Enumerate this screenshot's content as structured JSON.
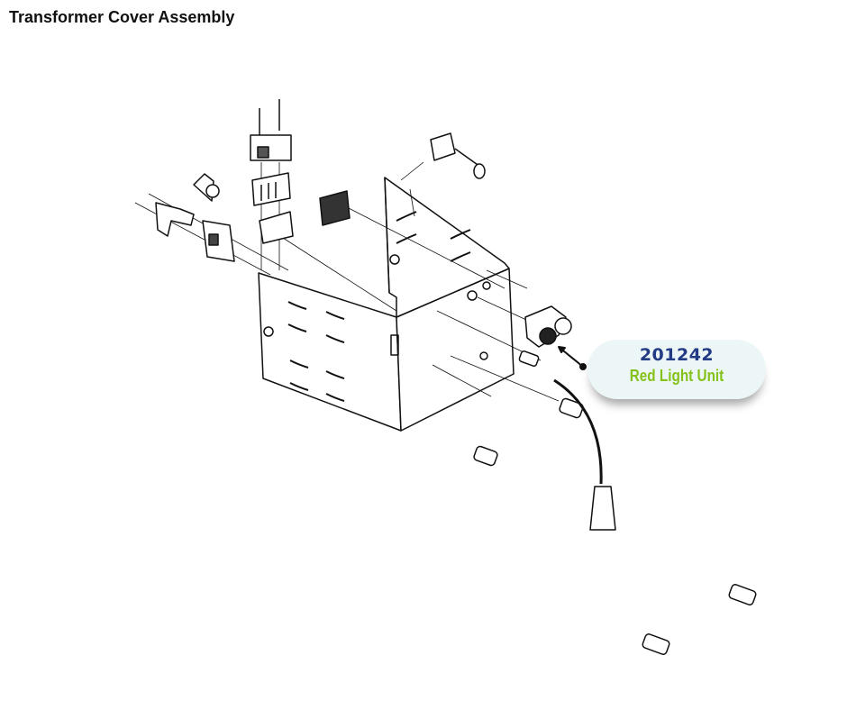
{
  "title": "Transformer Cover Assembly",
  "callout": {
    "part_number": "201242",
    "part_name": "Red Light Unit"
  },
  "colors": {
    "part_number": "#233a84",
    "part_name": "#84c21a",
    "callout_bg": "#edf6f7"
  }
}
